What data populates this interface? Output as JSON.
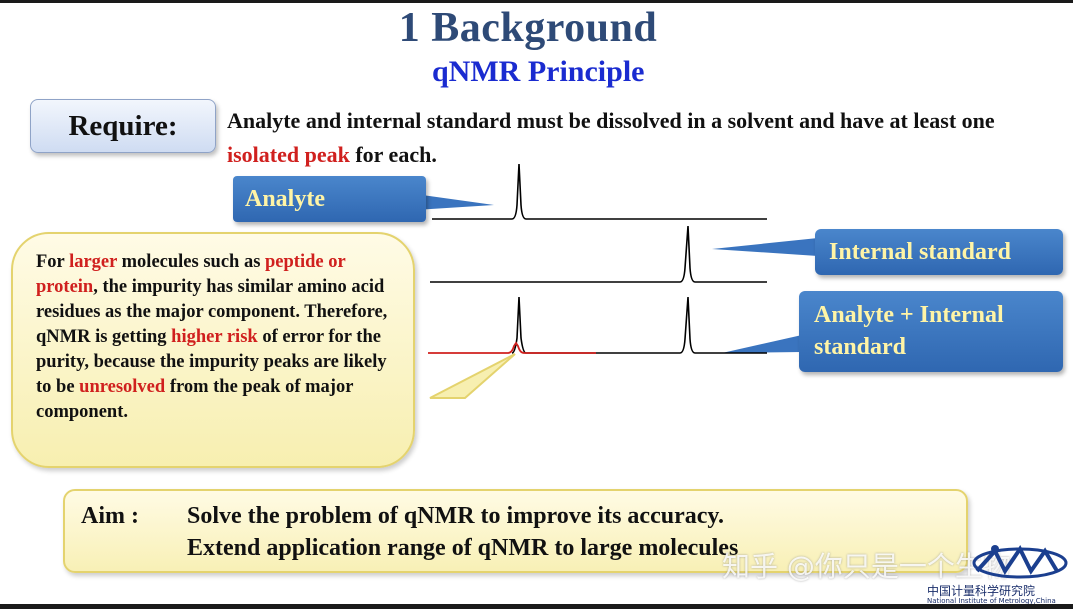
{
  "slide": {
    "title": "1 Background",
    "subtitle": "qNMR Principle"
  },
  "require": {
    "label": "Require:",
    "text_before": "Analyte and internal standard must be dissolved in a solvent and have at least one ",
    "text_highlight": "isolated peak",
    "text_after": " for each."
  },
  "spectra": {
    "callouts": {
      "analyte": "Analyte",
      "internal_standard": "Internal standard",
      "mixture": "Analyte + Internal standard"
    },
    "colors": {
      "baseline": "#000000",
      "impurity": "#d0201e",
      "callout": "#3a74bf",
      "callout_text": "#fff4a6"
    }
  },
  "note": {
    "segments": [
      {
        "text": "For ",
        "red": false
      },
      {
        "text": "larger",
        "red": true
      },
      {
        "text": " molecules such as ",
        "red": false
      },
      {
        "text": "peptide or protein",
        "red": true
      },
      {
        "text": ", the impurity has similar amino acid residues as the major component. Therefore, qNMR is getting ",
        "red": false
      },
      {
        "text": "higher risk",
        "red": true
      },
      {
        "text": " of error for the purity, because the impurity peaks are likely to be ",
        "red": false
      },
      {
        "text": "unresolved",
        "red": true
      },
      {
        "text": " from the peak of major component.",
        "red": false
      }
    ]
  },
  "aim": {
    "label": "Aim :",
    "line1": "Solve the problem of qNMR to improve its accuracy.",
    "line2": "Extend application range of qNMR to large molecules"
  },
  "watermark": {
    "text": "知乎 @你只是一个生物",
    "logo_icon": "nim-logo-icon",
    "org_cn": "中国计量科学研究院",
    "org_en": "National Institute of Metrology,China"
  }
}
